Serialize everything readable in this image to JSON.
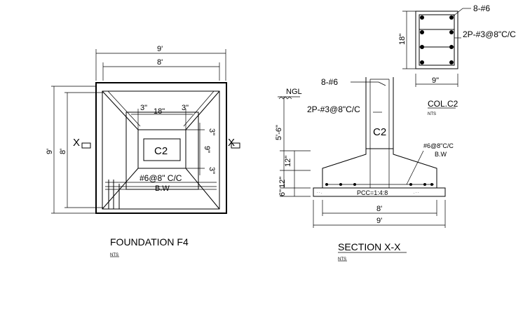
{
  "plan": {
    "dim_outer": "9'",
    "dim_inner": "8'",
    "dim_outer_v": "9'",
    "dim_inner_v": "8'",
    "dim_3a": "3\"",
    "dim_18": "18\"",
    "dim_3b": "3\"",
    "dim_3c": "3\"",
    "dim_9": "9\"",
    "dim_3d": "3\"",
    "column": "C2",
    "rebar": "#6@8\" C/C",
    "bw": "B.W",
    "section_mark": "X",
    "title": "FOUNDATION F4",
    "nts": "NTS"
  },
  "column_detail": {
    "bars": "8-#6",
    "ties": "2P-#3@8\"C/C",
    "dim_height": "18\"",
    "dim_width": "9\"",
    "title": "COL.C2",
    "nts": "NTS"
  },
  "section": {
    "ngl": "NGL",
    "bars": "8-#6",
    "ties": "2P-#3@8\"C/C",
    "column": "C2",
    "depth": "5'-6\"",
    "d12a": "12\"",
    "d12b": "12\"",
    "d6": "6\"",
    "rebar": "#6@8\"C/C",
    "bw": "B.W",
    "pcc": "PCC=1:4:8",
    "dim_inner": "8'",
    "dim_outer": "9'",
    "title": "SECTION X-X",
    "nts": "NTS"
  }
}
